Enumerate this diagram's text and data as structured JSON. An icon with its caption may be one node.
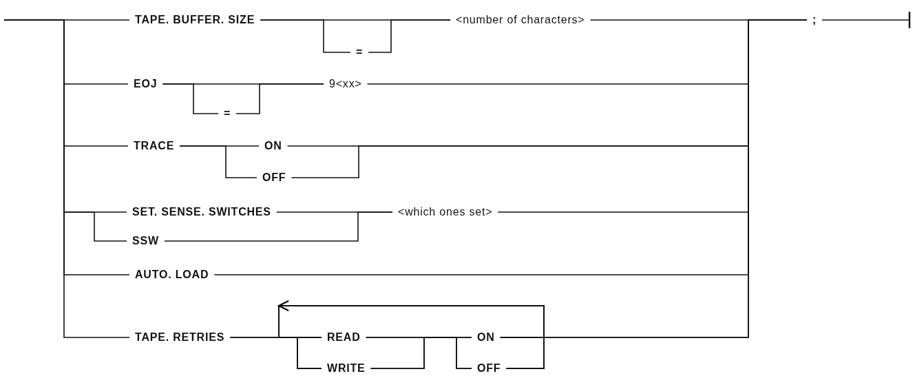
{
  "diagram": {
    "nodes": [
      {
        "text": [
          "TAPE. BUFFER. SIZE"
        ]
      },
      {
        "text": [
          "="
        ]
      },
      {
        "text": [
          "<number of characters>"
        ]
      },
      {
        "text": [
          ";"
        ]
      },
      {
        "text": [
          "EOJ"
        ]
      },
      {
        "text": [
          "="
        ]
      },
      {
        "text": [
          "9<xx>"
        ]
      },
      {
        "text": [
          "TRACE"
        ]
      },
      {
        "text": [
          "ON"
        ]
      },
      {
        "text": [
          "OFF"
        ]
      },
      {
        "text": [
          "SET. SENSE. SWITCHES"
        ]
      },
      {
        "text": [
          "SSW"
        ]
      },
      {
        "text": [
          "<which ones set>"
        ]
      },
      {
        "text": [
          "AUTO. LOAD"
        ]
      },
      {
        "text": [
          "TAPE. RETRIES"
        ]
      },
      {
        "text": [
          "READ"
        ]
      },
      {
        "text": [
          "WRITE"
        ]
      },
      {
        "text": [
          "ON"
        ]
      },
      {
        "text": [
          "OFF"
        ]
      }
    ],
    "edges": [
      {
        "from": null,
        "to": 0,
        "arrow": "none"
      },
      {
        "from": null,
        "to": 4,
        "arrow": "none"
      },
      {
        "from": null,
        "to": 7,
        "arrow": "none"
      },
      {
        "from": null,
        "to": 10,
        "arrow": "none"
      },
      {
        "from": null,
        "to": 11,
        "arrow": "none"
      },
      {
        "from": null,
        "to": 13,
        "arrow": "none"
      },
      {
        "from": null,
        "to": 14,
        "arrow": "none"
      },
      {
        "from": 0,
        "to": 1,
        "arrow": "none"
      },
      {
        "from": 0,
        "to": 2,
        "arrow": "none"
      },
      {
        "from": 1,
        "to": 2,
        "arrow": "none"
      },
      {
        "from": 2,
        "to": 3,
        "arrow": "none"
      },
      {
        "from": 4,
        "to": 5,
        "arrow": "none"
      },
      {
        "from": 4,
        "to": 6,
        "arrow": "none"
      },
      {
        "from": 5,
        "to": 6,
        "arrow": "none"
      },
      {
        "from": 6,
        "to": 3,
        "arrow": "none"
      },
      {
        "from": 7,
        "to": 8,
        "arrow": "none"
      },
      {
        "from": 7,
        "to": 9,
        "arrow": "none"
      },
      {
        "from": 8,
        "to": 3,
        "arrow": "none"
      },
      {
        "from": 9,
        "to": 3,
        "arrow": "none"
      },
      {
        "from": 10,
        "to": 12,
        "arrow": "none"
      },
      {
        "from": 11,
        "to": 12,
        "arrow": "none"
      },
      {
        "from": 12,
        "to": 3,
        "arrow": "none"
      },
      {
        "from": 13,
        "to": 3,
        "arrow": "none"
      },
      {
        "from": 14,
        "to": 15,
        "arrow": "none"
      },
      {
        "from": 14,
        "to": 16,
        "arrow": "none"
      },
      {
        "from": 15,
        "to": 17,
        "arrow": "none"
      },
      {
        "from": 15,
        "to": 18,
        "arrow": "none"
      },
      {
        "from": 16,
        "to": 17,
        "arrow": "none"
      },
      {
        "from": 16,
        "to": 18,
        "arrow": "none"
      },
      {
        "from": 17,
        "to": 3,
        "arrow": "none"
      },
      {
        "from": 18,
        "to": 3,
        "arrow": "none"
      },
      {
        "from": 17,
        "to": 15,
        "arrow": "to"
      },
      {
        "from": 17,
        "to": 16,
        "arrow": "to"
      },
      {
        "from": 18,
        "to": 15,
        "arrow": "to"
      },
      {
        "from": 18,
        "to": 16,
        "arrow": "to"
      },
      {
        "from": 3,
        "to": null,
        "arrow": "other"
      }
    ]
  }
}
